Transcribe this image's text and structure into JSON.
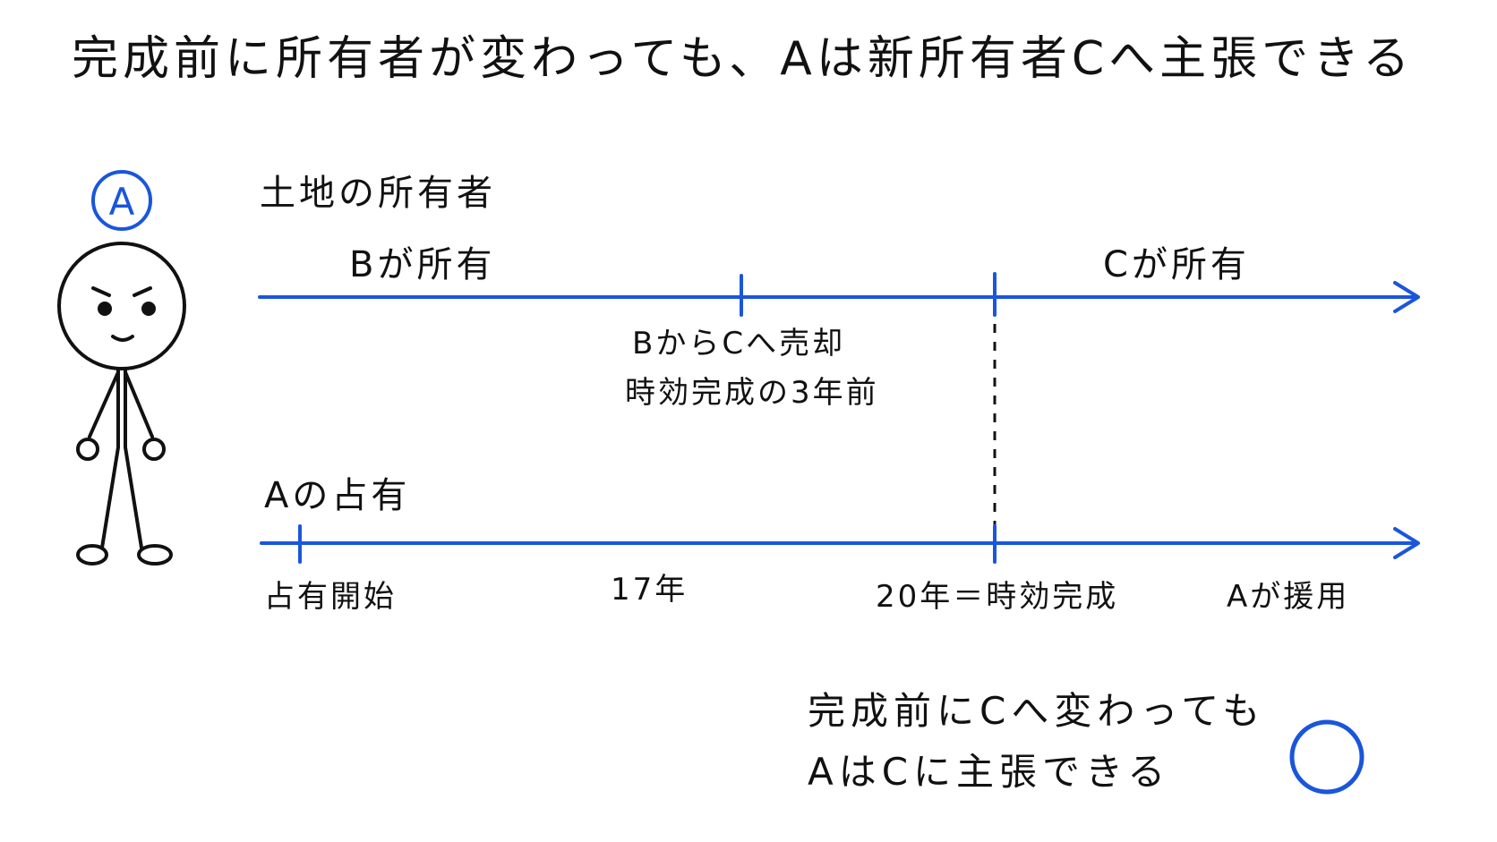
{
  "title": "完成前に所有者が変わっても、Aは新所有者Cへ主張できる",
  "person": {
    "badge": "A"
  },
  "ownership": {
    "heading": "土地の所有者",
    "b_owns": "Bが所有",
    "c_owns": "Cが所有",
    "sale_line1": "BからCへ売却",
    "sale_line2": "時効完成の3年前"
  },
  "possession": {
    "heading": "Aの占有",
    "start": "占有開始",
    "duration": "17年",
    "completion": "20年＝時効完成",
    "invoke": "Aが援用"
  },
  "conclusion": {
    "line1": "完成前にCへ変わっても",
    "line2": "AはCに主張できる"
  },
  "colors": {
    "accent": "#1a56db",
    "ink": "#111111"
  }
}
